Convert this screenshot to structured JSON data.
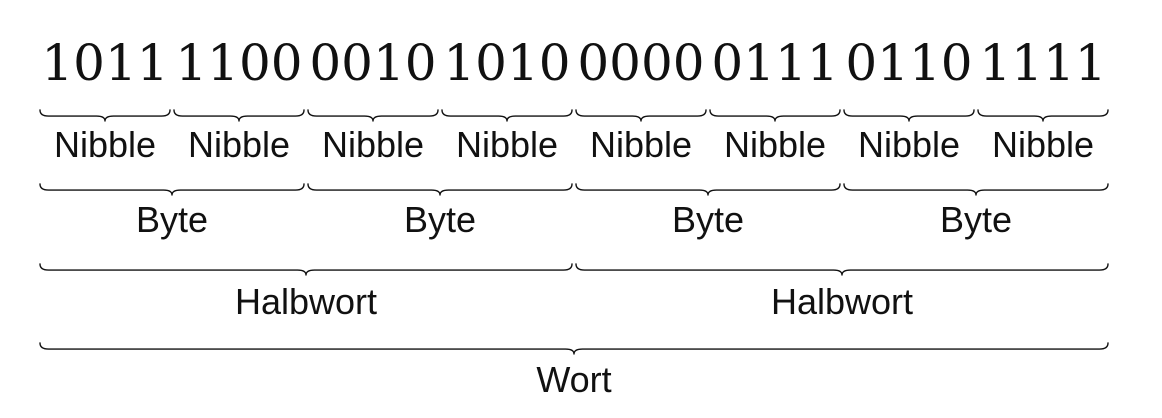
{
  "bit_groups": [
    "1011",
    "1100",
    "0010",
    "1010",
    "0000",
    "0111",
    "0110",
    "1111"
  ],
  "levels": [
    {
      "label": "Nibble",
      "count": 8
    },
    {
      "label": "Byte",
      "count": 4
    },
    {
      "label": "Halbwort",
      "count": 2
    },
    {
      "label": "Wort",
      "count": 1
    }
  ],
  "colors": {
    "ink": "#111111",
    "background": "#ffffff"
  }
}
